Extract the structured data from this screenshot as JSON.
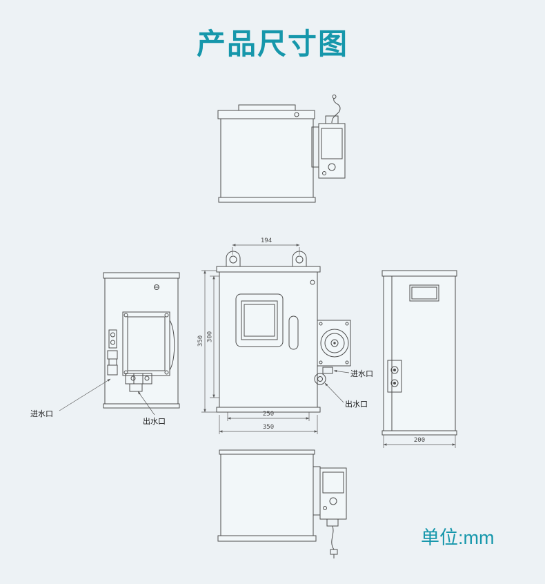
{
  "page": {
    "title": "产品尺寸图",
    "unit_label": "单位:mm",
    "background_color": "#edf2f5",
    "accent_color": "#1697ab",
    "line_color": "#4d4d4d"
  },
  "dimensions": {
    "front_top_width": "194",
    "front_height_outer": "350",
    "front_height_inner": "300",
    "front_width_inner": "250",
    "front_width_outer": "350",
    "side_depth": "200"
  },
  "port_labels": {
    "left_view_inlet": "进水口",
    "left_view_outlet": "出水口",
    "front_view_inlet": "进水口",
    "front_view_outlet": "出水口"
  }
}
